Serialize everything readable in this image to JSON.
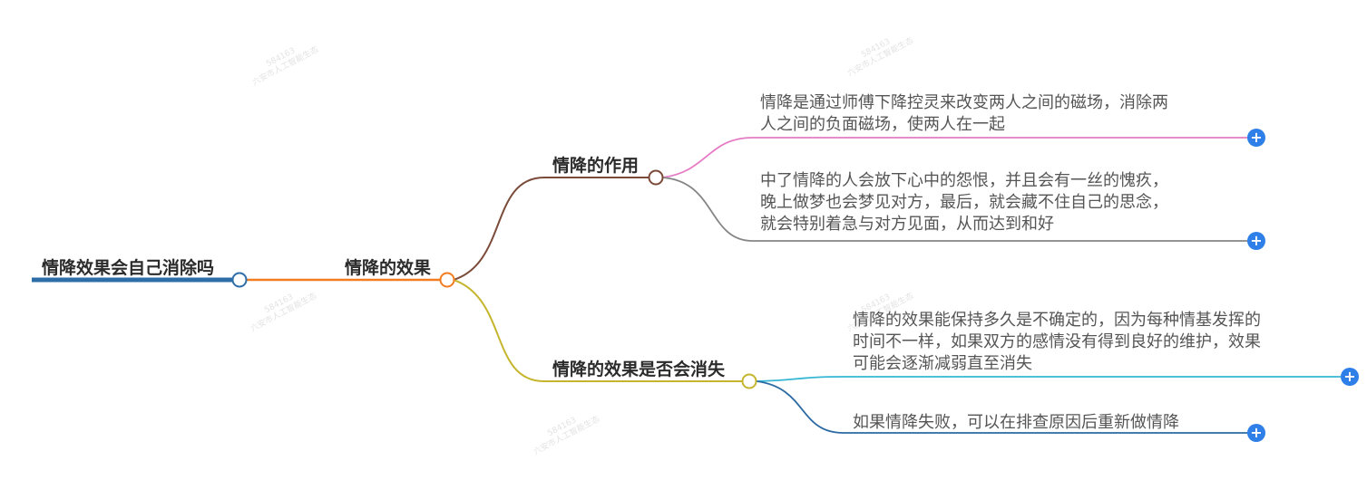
{
  "colors": {
    "root": "#2d6da8",
    "level1": "#f47c20",
    "branch_effect": "#7b4b3a",
    "branch_disappear": "#c5b52d",
    "leaf_pink": "#e57bc5",
    "leaf_gray": "#858585",
    "leaf_cyan": "#35b7d3",
    "leaf_blue": "#2b6aa3",
    "expand_button": "#2f7fe8",
    "text": "#555555",
    "title_text": "#2b2b2b"
  },
  "icons": {
    "expand": "plus-icon",
    "node_toggle": "circle-icon"
  },
  "root": {
    "label": "情降效果会自己消除吗"
  },
  "level1": {
    "label": "情降的效果"
  },
  "branches": [
    {
      "label": "情降的作用",
      "leaves": [
        {
          "lines": [
            "情降是通过师傅下降控灵来改变两人之间的磁场，消除两",
            "人之间的负面磁场，使两人在一起"
          ],
          "expand_label": "+"
        },
        {
          "lines": [
            "中了情降的人会放下心中的怨恨，并且会有一丝的愧疚，",
            "晚上做梦也会梦见对方，最后，就会藏不住自己的思念，",
            "就会特别着急与对方见面，从而达到和好"
          ],
          "expand_label": "+"
        }
      ]
    },
    {
      "label": "情降的效果是否会消失",
      "leaves": [
        {
          "lines": [
            "情降的效果能保持多久是不确定的，因为每种情基发挥的",
            "时间不一样，如果双方的感情没有得到良好的维护，效果",
            "可能会逐渐减弱直至消失"
          ],
          "expand_label": "+"
        },
        {
          "lines": [
            "如果情降失败，可以在排查原因后重新做情降"
          ],
          "expand_label": "+"
        }
      ]
    }
  ],
  "watermark": {
    "line1": "584163",
    "line2": "六安市人工智能生态"
  }
}
